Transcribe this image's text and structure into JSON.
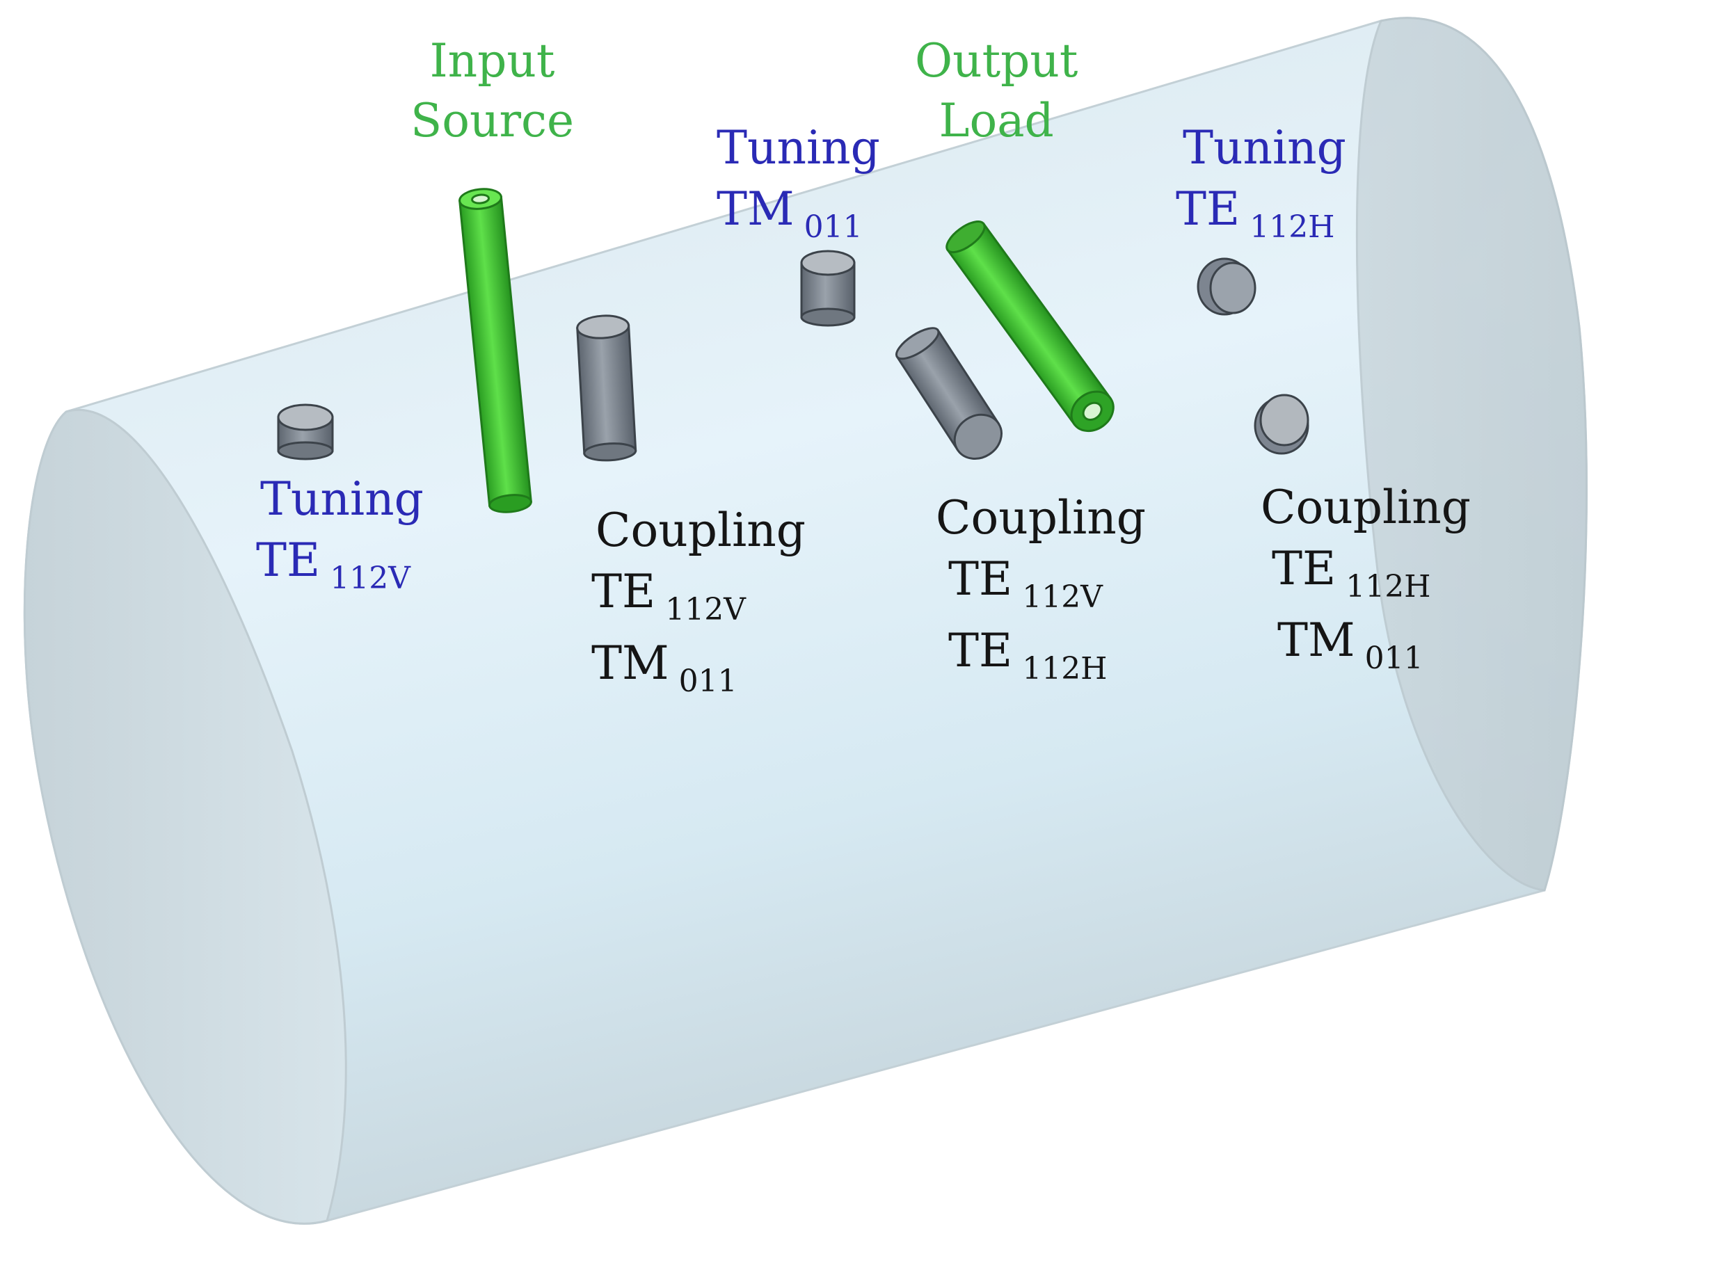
{
  "labels": {
    "input_source": {
      "line1": "Input",
      "line2": "Source"
    },
    "output_load": {
      "line1": "Output",
      "line2": "Load"
    },
    "tuning_tm011": {
      "word": "Tuning",
      "mode": "TM",
      "sub": "011"
    },
    "tuning_te112h": {
      "word": "Tuning",
      "mode": "TE",
      "sub": "112H"
    },
    "tuning_te112v": {
      "word": "Tuning",
      "mode": "TE",
      "sub": "112V"
    },
    "coupling_left": {
      "word": "Coupling",
      "mode1": "TE",
      "sub1": "112V",
      "mode2": "TM",
      "sub2": "011"
    },
    "coupling_mid": {
      "word": "Coupling",
      "mode1": "TE",
      "sub1": "112V",
      "mode2": "TE",
      "sub2": "112H"
    },
    "coupling_right": {
      "word": "Coupling",
      "mode1": "TE",
      "sub1": "112H",
      "mode2": "TM",
      "sub2": "011"
    }
  },
  "colors": {
    "port": "#3fb34a",
    "tuning": "#2a2ab5",
    "coupling": "#151515",
    "cavity": "#d4e6ee",
    "screw": "#7d8590"
  }
}
